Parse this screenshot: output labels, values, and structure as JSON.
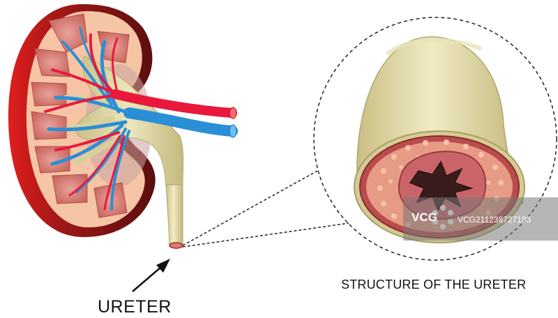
{
  "labels": {
    "ureter": "URETER",
    "structure": "STRUCTURE OF THE URETER"
  },
  "watermark": {
    "logo": "VCG",
    "id": "VCG211238727193"
  },
  "colors": {
    "kidney_capsule": "#8b1a1a",
    "cortex": "#f6c5a6",
    "pyramid": "#d98880",
    "artery": "#e8193c",
    "vein": "#2a8fd6",
    "pelvis": "#d4cd9a",
    "mucosa": "#b94c4c",
    "lumen": "#3a1c1c"
  }
}
